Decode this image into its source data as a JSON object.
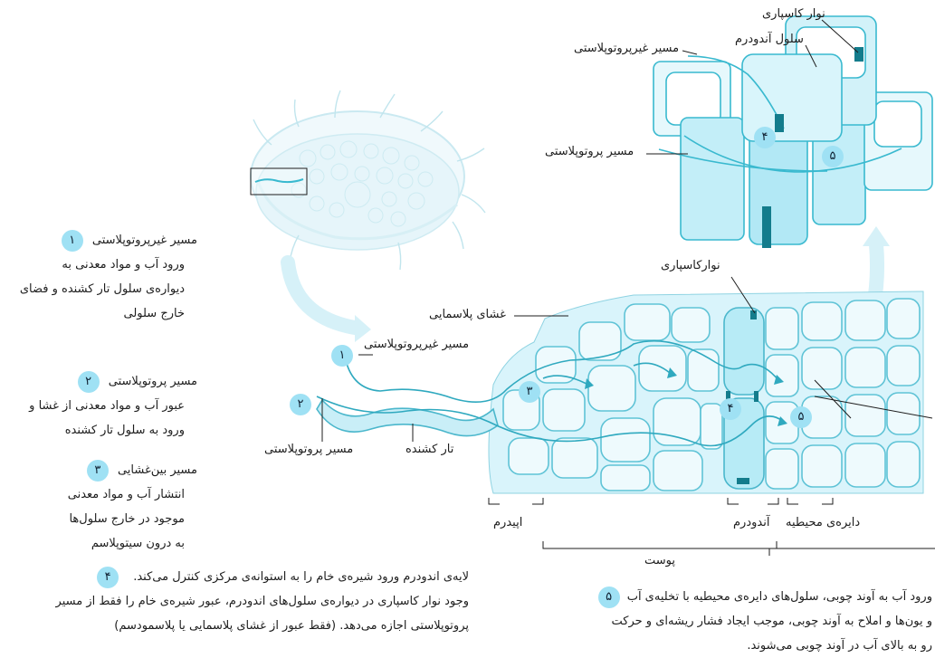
{
  "notes": {
    "n1": {
      "num": "۱",
      "title": "مسیر غیرپروتوپلاستی",
      "body": [
        "ورود آب و مواد معدنی به",
        "دیواره‌ی سلول تار کشنده و فضای",
        "خارج سلولی"
      ]
    },
    "n2": {
      "num": "۲",
      "title": "مسیر پروتوپلاستی",
      "body": [
        "عبور آب و مواد معدنی از غشا و",
        "ورود به سلول تار کشنده"
      ]
    },
    "n3": {
      "num": "۳",
      "title": "مسیر بین‌غشایی",
      "body": [
        "انتشار آب و مواد معدنی",
        "موجود در خارج سلول‌ها",
        "به درون سیتوپلاسم"
      ]
    },
    "n4": {
      "num": "۴",
      "lines": [
        "لایه‌ی اندودرم ورود شیره‌ی خام را به استوانه‌ی مرکزی کنترل می‌کند.",
        "وجود نوار کاسپاری در دیواره‌ی سلول‌های اندودرم، عبور شیره‌ی خام را فقط از مسیر",
        "پروتوپلاستی اجازه می‌دهد. (فقط عبور از غشای پلاسمایی یا پلاسمودسم)"
      ]
    },
    "n5": {
      "num": "۵",
      "lines": [
        "ورود آب به آوند چوبی، سلول‌های دایره‌ی محیطیه با تخلیه‌ی آب",
        "و یون‌ها و املاح به آوند چوبی، موجب ایجاد فشار ریشه‌ای و حرکت",
        "رو به بالای آب در آوند چوبی می‌شوند."
      ]
    }
  },
  "labels": {
    "casparian_top": "نوار کاسپاری",
    "endodermis_cell": "سلول آندودرم",
    "apoplast_top": "مسیر غیرپروتوپلاستی",
    "symplast_top": "مسیر پروتوپلاستی",
    "casparian_mid": "نوارکاسپاری",
    "plasma_membrane": "غشای پلاسمایی",
    "apoplast_mid": "مسیر غیرپروتوپلاستی",
    "symplast_mid": "مسیر پروتوپلاستی",
    "root_hair": "تار کشنده",
    "epidermis": "اپیدرم",
    "endodermis": "آندودرم",
    "pericycle": "دایره‌ی محیطیه",
    "cortex": "پوست"
  },
  "markers": {
    "m1": "۱",
    "m2": "۲",
    "m3": "۳",
    "m4": "۴",
    "m5": "۵",
    "m4_top": "۴",
    "m5_top": "۵"
  },
  "colors": {
    "accent": "#9fe1f4",
    "tissue": "#d9f4fb",
    "line": "#39b9cf",
    "dark": "#137c8c"
  }
}
